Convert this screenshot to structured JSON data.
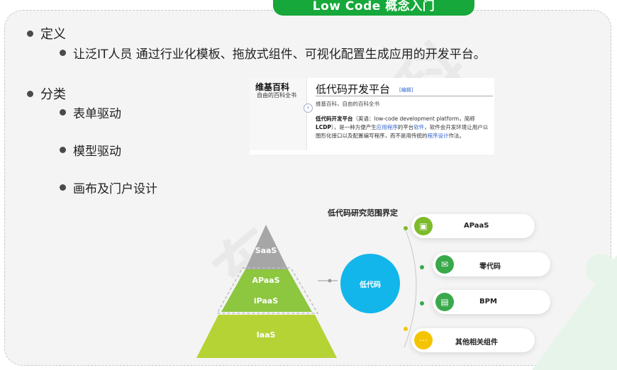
{
  "header": {
    "title": "Low Code 概念入门"
  },
  "sections": {
    "definition": {
      "heading": "定义",
      "text": "让泛IT人员 通过行业化模板、拖放式组件、可视化配置生成应用的开发平台。"
    },
    "classification": {
      "heading": "分类",
      "items": [
        "表单驱动",
        "模型驱动",
        "画布及门户设计"
      ]
    }
  },
  "wiki_card": {
    "logo_title": "维基百科",
    "logo_subtitle": "自由的百科全书",
    "toggle": "‹",
    "title": "低代码开发平台",
    "edit_label": "[编辑]",
    "subtitle": "维基百科，自由的百科全书",
    "body_term": "低代码开发平台",
    "body_part1": "（英语：low-code development platform，简称",
    "body_abbr": "LCDP",
    "body_part2": "），是一种方便产生",
    "body_link1": "应用程序",
    "body_part3": "的平台",
    "body_link2": "软件",
    "body_part4": "，软件会开发环境让用户以图形化接口以及配置编写程序，而不是用传统的",
    "body_link3": "程序设计",
    "body_part5": "作法。"
  },
  "diagram": {
    "title": "低代码研究范围界定",
    "pyramid_layers": [
      "SaaS",
      "APaaS",
      "iPaaS",
      "IaaS"
    ],
    "center": "低代码",
    "branches": [
      {
        "label": "APaaS",
        "icon": "image-icon",
        "color": "#7dbb2c"
      },
      {
        "label": "零代码",
        "icon": "message-icon",
        "color": "#39a94b"
      },
      {
        "label": "BPM",
        "icon": "briefcase-icon",
        "color": "#39a94b"
      },
      {
        "label": "其他相关组件",
        "icon": "chat-icon",
        "color": "#f5c400"
      }
    ]
  },
  "colors": {
    "accent_green": "#16a83a",
    "circle_blue": "#12b6ea",
    "pyramid_top": "#a6a6a6",
    "pyramid_mid": "#8dc63f",
    "pyramid_base": "#b5d335"
  }
}
